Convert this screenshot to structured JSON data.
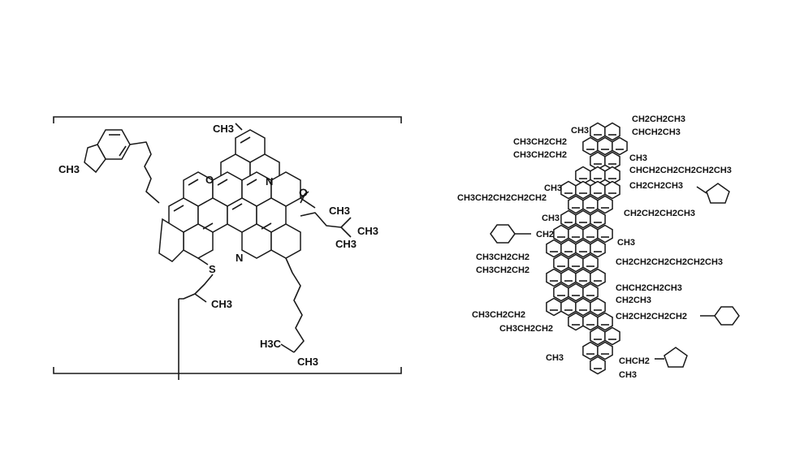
{
  "left_molecule": {
    "labels": {
      "ch3_top": "CH3",
      "ch3_indane": "CH3",
      "oxygen": "O",
      "nitrogen_upper": "N",
      "carbonyl_o": "O",
      "ch3_quaternary": "CH3",
      "ch3_isoprenyl_a": "CH3",
      "ch3_isoprenyl_b": "CH3",
      "nitrogen_lower": "N",
      "sulfur": "S",
      "ch3_side": "CH3",
      "h3c_chain_end": "H3C",
      "ch3_chain_end": "CH3"
    }
  },
  "right_molecule": {
    "labels": [
      "CH2CH2CH3",
      "CH3",
      "CHCH2CH3",
      "CH3CH2CH2",
      "CH3CH2CH2",
      "CH3",
      "CHCH2CH2CH2CH2CH3",
      "CH2CH2CH3",
      "CH3CH2CH2CH2CH2",
      "CH3",
      "CH2CH2CH2CH3",
      "CH3",
      "CH2",
      "CH3",
      "CH3CH2CH2",
      "CH3CH2CH2",
      "CH2CH2CH2CH2CH2CH3",
      "CHCH2CH2CH3",
      "CH2CH3",
      "CH3CH2CH2",
      "CH2CH2CH2CH2",
      "CH3CH2CH2",
      "CH3",
      "CHCH2",
      "CH3"
    ]
  }
}
